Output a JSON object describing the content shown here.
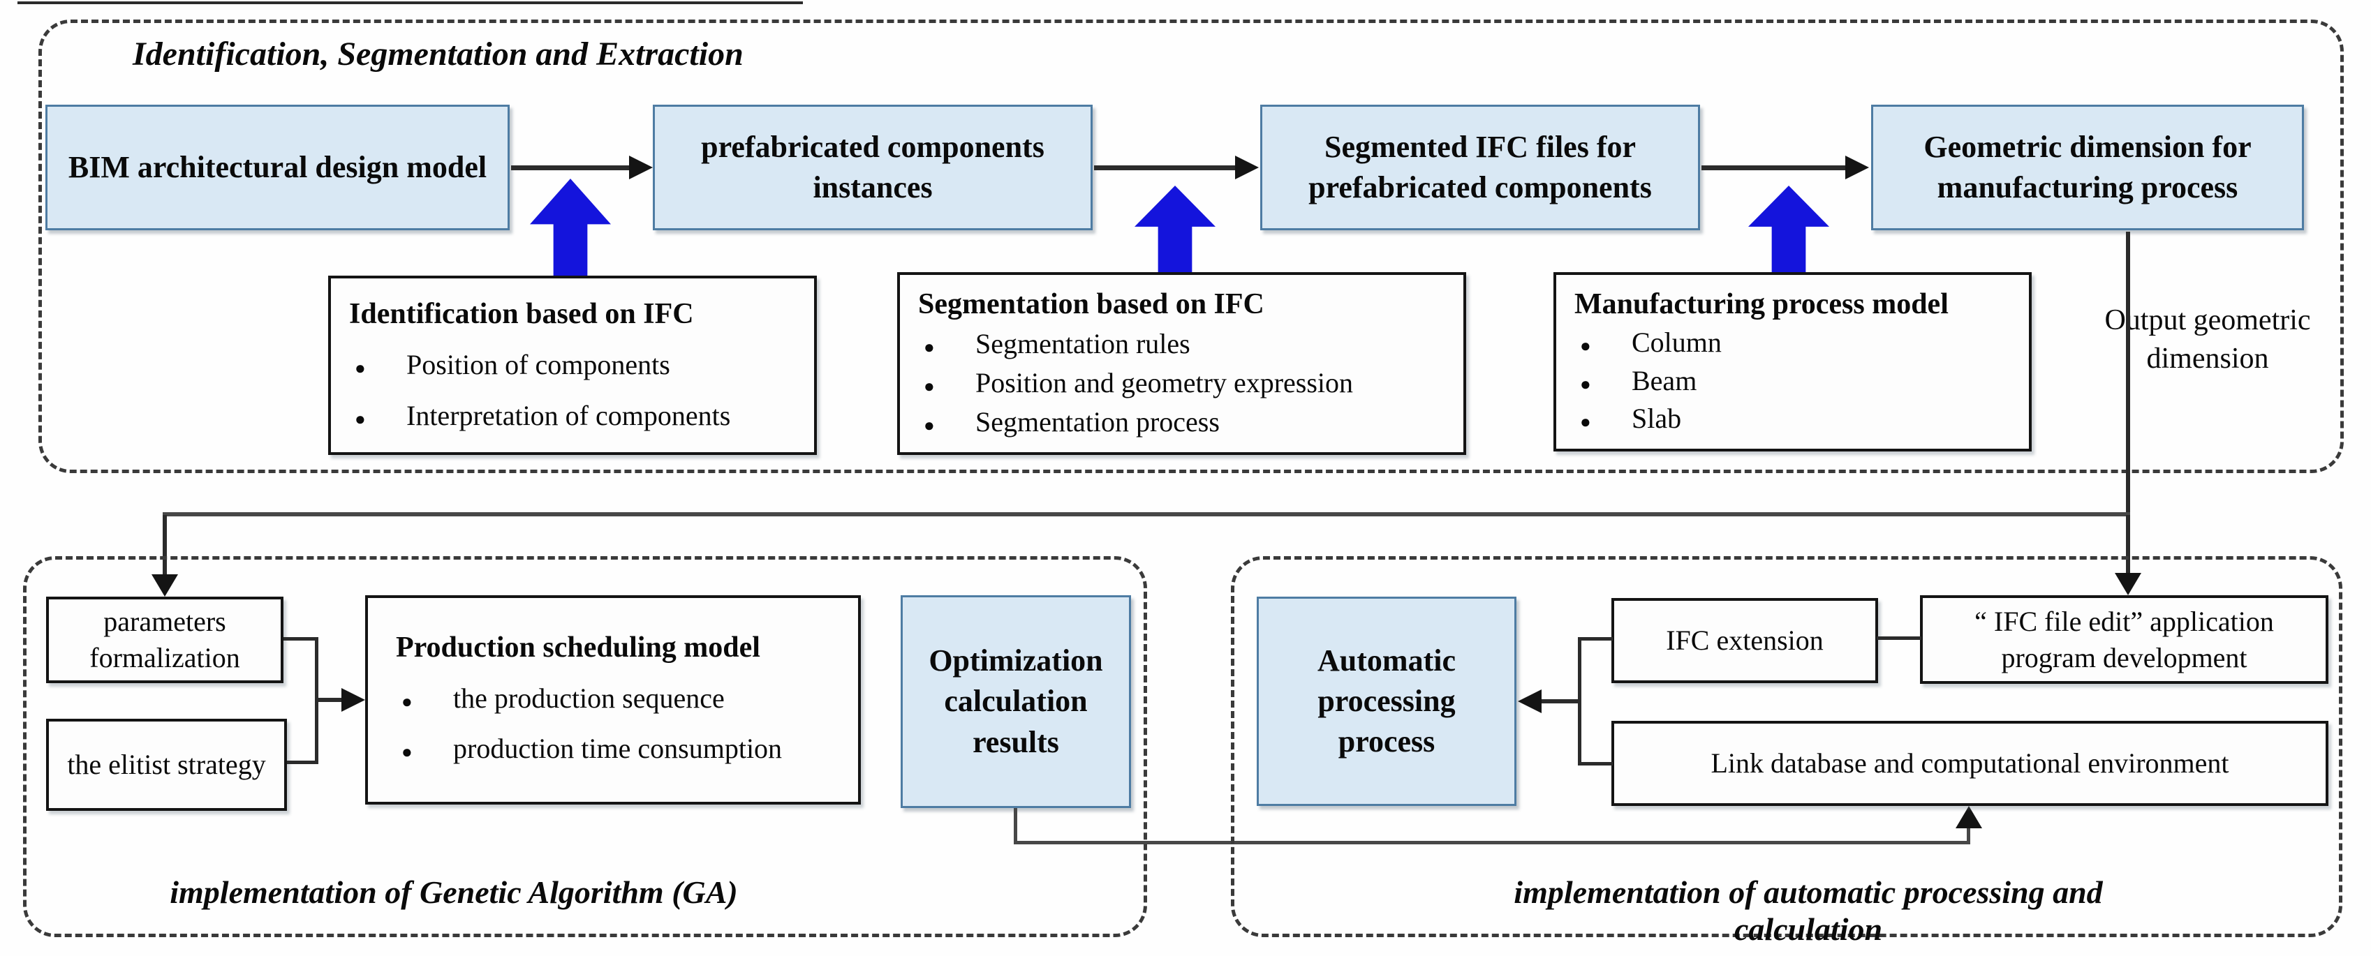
{
  "palette": {
    "box_fill": "#d9e8f4",
    "box_border": "#4e7ca3",
    "blue_arrow": "#1414dc",
    "line": "#2b2b2b"
  },
  "top": {
    "title": "Identification, Segmentation and Extraction",
    "boxes": [
      {
        "label": "BIM architectural design model"
      },
      {
        "label": "prefabricated components instances"
      },
      {
        "label": "Segmented IFC files for prefabricated components"
      },
      {
        "label": "Geometric dimension for manufacturing process"
      }
    ],
    "notes": [
      {
        "title": "Identification based on IFC",
        "items": [
          "Position of components",
          "Interpretation of components"
        ]
      },
      {
        "title": "Segmentation based on IFC",
        "items": [
          "Segmentation rules",
          "Position and geometry expression",
          "Segmentation process"
        ]
      },
      {
        "title": "Manufacturing process model",
        "items": [
          "Column",
          "Beam",
          "Slab"
        ]
      }
    ],
    "output_label": "Output geometric dimension"
  },
  "ga": {
    "caption": "implementation of Genetic Algorithm (GA)",
    "parameters": "parameters formalization",
    "elitist": "the elitist strategy",
    "scheduling_title": "Production scheduling model",
    "scheduling_items": [
      "the production sequence",
      "production time consumption"
    ],
    "optimization": "Optimization calculation results"
  },
  "auto": {
    "caption": "implementation of automatic processing and calculation",
    "automatic": "Automatic processing process",
    "ifc_extension": "IFC extension",
    "ifc_file_edit": "“ IFC file edit” application program development",
    "link_database": "Link database and computational environment"
  }
}
